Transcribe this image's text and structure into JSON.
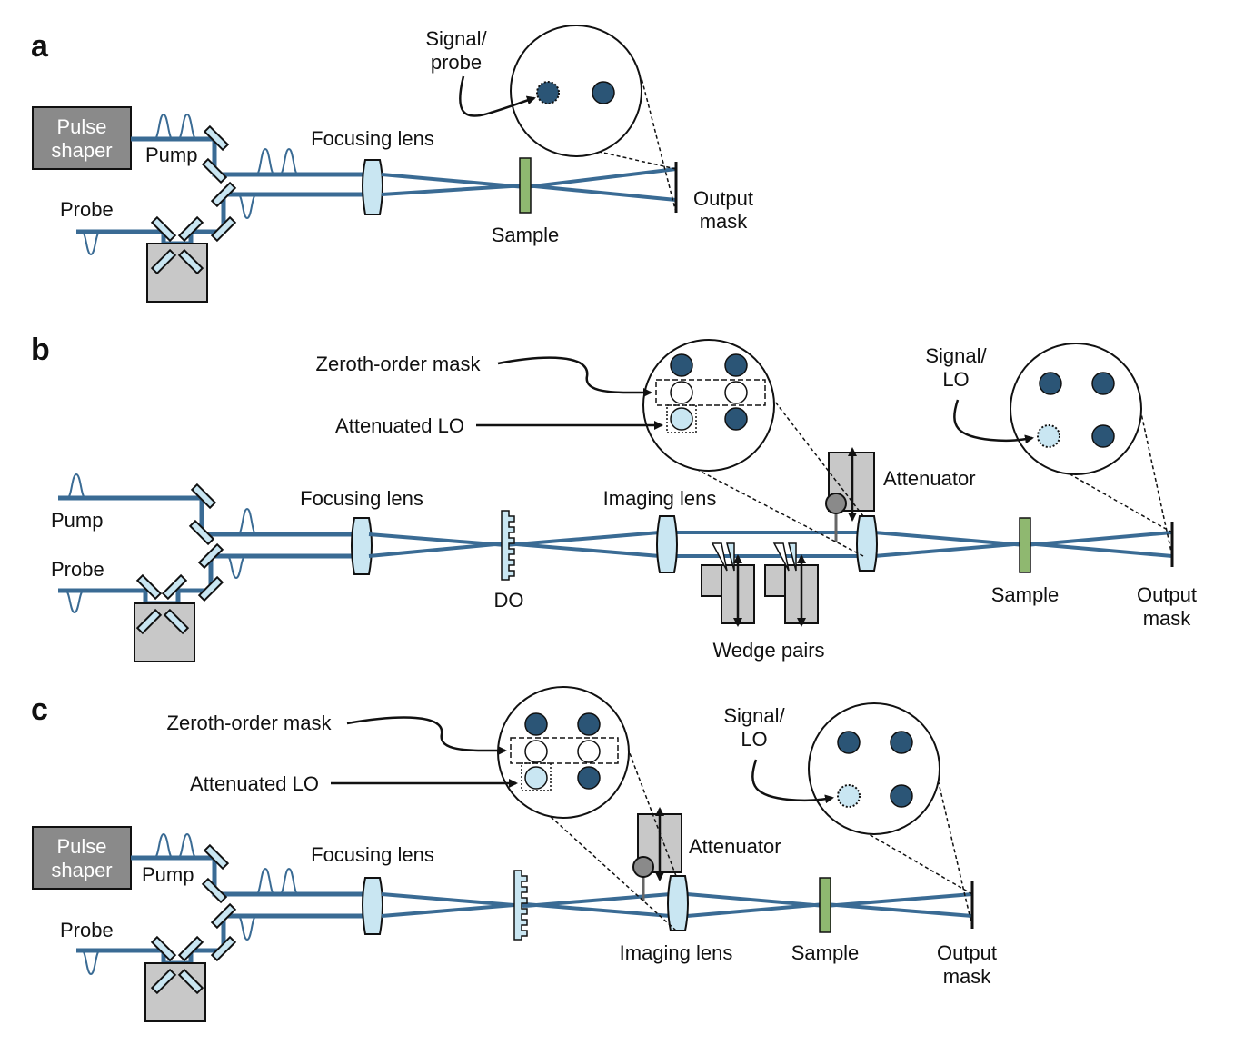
{
  "panels": {
    "a": {
      "letter": "a",
      "pulse_shaper": [
        "Pulse",
        "shaper"
      ],
      "pump": "Pump",
      "probe": "Probe",
      "focusing_lens": "Focusing lens",
      "sample": "Sample",
      "output_mask": [
        "Output",
        "mask"
      ],
      "signal_probe": [
        "Signal/",
        "probe"
      ]
    },
    "b": {
      "letter": "b",
      "pump": "Pump",
      "probe": "Probe",
      "focusing_lens": "Focusing lens",
      "do": "DO",
      "imaging_lens": "Imaging lens",
      "wedge_pairs": "Wedge pairs",
      "attenuator": "Attenuator",
      "sample": "Sample",
      "output_mask": [
        "Output",
        "mask"
      ],
      "zeroth_order_mask": "Zeroth-order mask",
      "attenuated_lo": "Attenuated LO",
      "signal_lo": [
        "Signal/",
        "LO"
      ]
    },
    "c": {
      "letter": "c",
      "pulse_shaper": [
        "Pulse",
        "shaper"
      ],
      "pump": "Pump",
      "probe": "Probe",
      "focusing_lens": "Focusing lens",
      "imaging_lens": "Imaging lens",
      "attenuator": "Attenuator",
      "sample": "Sample",
      "output_mask": [
        "Output",
        "mask"
      ],
      "zeroth_order_mask": "Zeroth-order mask",
      "attenuated_lo": "Attenuated LO",
      "signal_lo": [
        "Signal/",
        "LO"
      ]
    }
  },
  "colors": {
    "beam": "#3a6b94",
    "dark_spot": "#2b5576",
    "light_spot": "#c9e6f2",
    "lens": "#c9e6f2",
    "sample": "#8fb870",
    "box_gray": "#c8c8c8",
    "pulse_shaper": "#8a8a8a"
  }
}
